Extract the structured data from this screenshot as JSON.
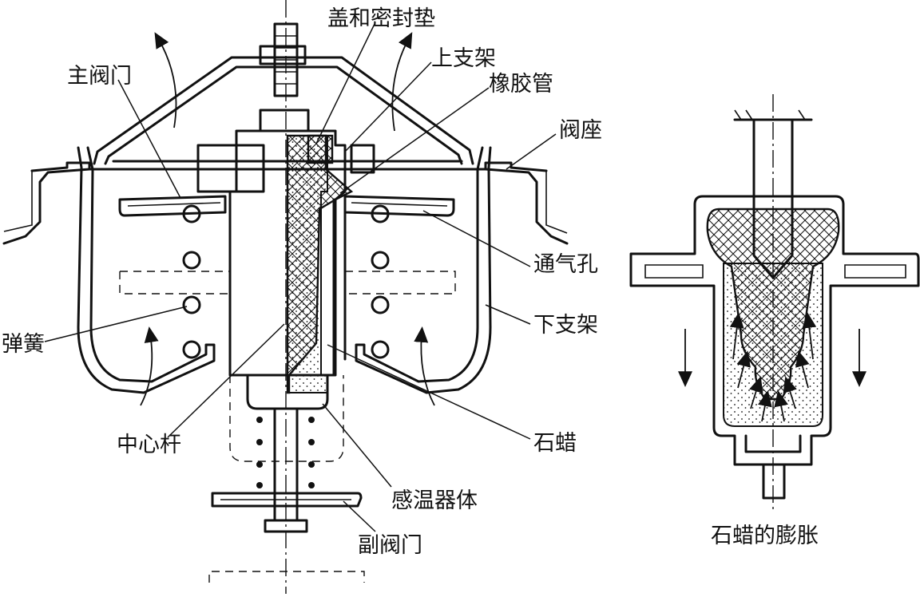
{
  "labels": {
    "cover_gasket": "盖和密封垫",
    "upper_bracket": "上支架",
    "rubber_tube": "橡胶管",
    "valve_seat": "阀座",
    "main_valve": "主阀门",
    "vent_hole": "通气孔",
    "spring": "弹簧",
    "lower_bracket": "下支架",
    "center_rod": "中心杆",
    "paraffin": "石蜡",
    "sensor_body": "感温器体",
    "aux_valve": "副阀门"
  },
  "inset": {
    "caption": "石蜡的膨胀"
  }
}
